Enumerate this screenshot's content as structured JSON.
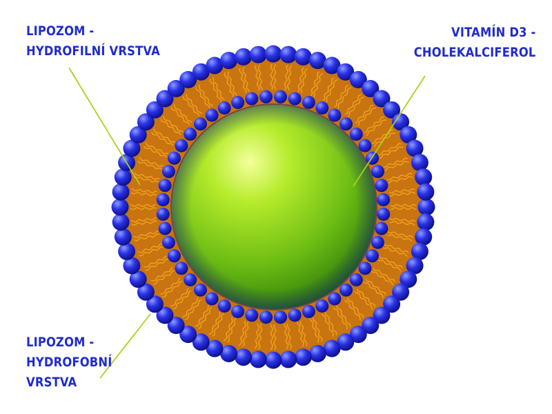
{
  "labels": {
    "hydrophilic": {
      "line1": "LIPOZOM -",
      "line2": "HYDROFILNÍ VRSTVA"
    },
    "vitamin": {
      "line1": "VITAMÍN D3 -",
      "line2": "CHOLEKALCIFEROL"
    },
    "hydrophobic": {
      "line1": "LIPOZOM -",
      "line2": "HYDROFOBNÍ",
      "line3": "VRSTVA"
    }
  },
  "colors": {
    "label_text": "#1f2bd0",
    "pointer_line": "#a8d21a",
    "head_group": "#1e22d6",
    "lipid_tail": "#f0a020",
    "core": "#7cc614"
  },
  "liposome": {
    "outer_head_count": 64,
    "inner_head_count": 48,
    "lipid_count": 56
  }
}
